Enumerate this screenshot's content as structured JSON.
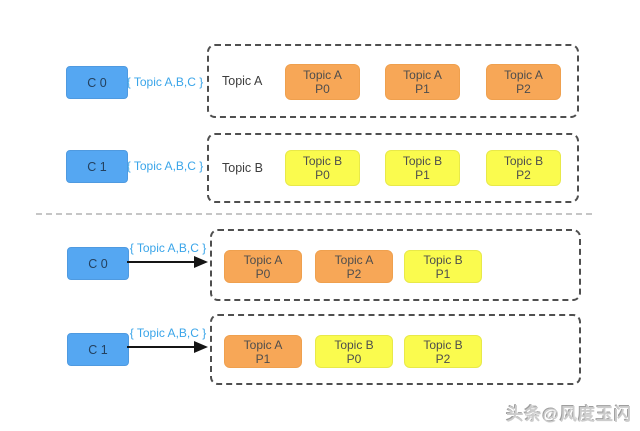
{
  "diagram": {
    "before": {
      "rows": [
        {
          "consumer": "C 0",
          "subscription": "{ Topic A,B,C }",
          "topic_label": "Topic A",
          "partitions": [
            {
              "topic": "Topic A",
              "partition": "P0",
              "color_name": "orange"
            },
            {
              "topic": "Topic A",
              "partition": "P1",
              "color_name": "orange"
            },
            {
              "topic": "Topic A",
              "partition": "P2",
              "color_name": "orange"
            }
          ]
        },
        {
          "consumer": "C 1",
          "subscription": "{ Topic A,B,C }",
          "topic_label": "Topic B",
          "partitions": [
            {
              "topic": "Topic B",
              "partition": "P0",
              "color_name": "yellow"
            },
            {
              "topic": "Topic B",
              "partition": "P1",
              "color_name": "yellow"
            },
            {
              "topic": "Topic B",
              "partition": "P2",
              "color_name": "yellow"
            }
          ]
        }
      ]
    },
    "after": {
      "rows": [
        {
          "consumer": "C 0",
          "subscription": "{ Topic A,B,C }",
          "partitions": [
            {
              "topic": "Topic A",
              "partition": "P0",
              "color_name": "orange"
            },
            {
              "topic": "Topic A",
              "partition": "P2",
              "color_name": "orange"
            },
            {
              "topic": "Topic B",
              "partition": "P1",
              "color_name": "yellow"
            }
          ]
        },
        {
          "consumer": "C 1",
          "subscription": "{ Topic A,B,C }",
          "partitions": [
            {
              "topic": "Topic A",
              "partition": "P1",
              "color_name": "orange"
            },
            {
              "topic": "Topic B",
              "partition": "P0",
              "color_name": "yellow"
            },
            {
              "topic": "Topic B",
              "partition": "P2",
              "color_name": "yellow"
            }
          ]
        }
      ]
    }
  },
  "watermark": "头条@风度玉闪",
  "colors": {
    "background": "#ffffff",
    "consumer_fill": "#55a7f2",
    "consumer_text": "#24415f",
    "subscription_text": "#3aa5e9",
    "partition_orange": "#f7a757",
    "partition_yellow": "#fafb4e",
    "partition_text": "#4d4d4d",
    "dashed_border": "#4f4f4f",
    "divider": "#c6c6c6",
    "arrow": "#151515",
    "watermark_text": "#cccccc"
  }
}
